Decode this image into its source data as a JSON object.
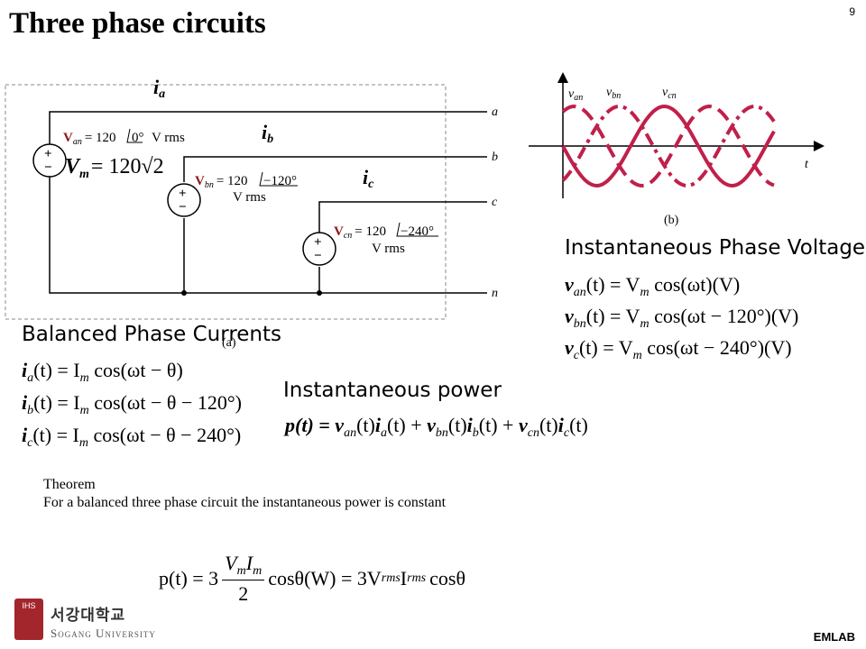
{
  "slide": {
    "title": "Three phase circuits",
    "page_number": "9",
    "footer_brand": "EMLAB",
    "logo_korean": "서강대학교",
    "logo_english": "Sogang University",
    "logo_badge": "IHS"
  },
  "circuit": {
    "caption": "(a)",
    "current_labels": [
      "i",
      "i",
      "i"
    ],
    "current_subs": [
      "a",
      "b",
      "c"
    ],
    "node_labels": [
      "a",
      "b",
      "c",
      "n"
    ],
    "source_an": {
      "lead": "V",
      "sub": "an",
      "value": "= 120",
      "angle": "0°",
      "unit": "V rms"
    },
    "source_bn": {
      "lead": "V",
      "sub": "bn",
      "value": "= 120",
      "angle": "−120°",
      "unit": "V rms"
    },
    "source_cn": {
      "lead": "V",
      "sub": "cn",
      "value": "= 120",
      "angle": "−240°",
      "unit": "V rms"
    },
    "vm_formula": "V",
    "vm_sub": "m",
    "vm_rhs": "= 120√2"
  },
  "waveform": {
    "caption": "(b)",
    "axis_label": "t",
    "series_labels": [
      {
        "lead": "v",
        "sub": "an"
      },
      {
        "lead": "v",
        "sub": "bn"
      },
      {
        "lead": "v",
        "sub": "cn"
      }
    ],
    "color": "#c0204a"
  },
  "voltages": {
    "heading": "Instantaneous Phase Voltages",
    "eq1": {
      "lhs": "v",
      "sub": "an",
      "rhs": "(t) = V",
      "rhs_sub": "m",
      "tail": "cos(ωt)(V)"
    },
    "eq2": {
      "lhs": "v",
      "sub": "bn",
      "rhs": "(t) = V",
      "rhs_sub": "m",
      "tail": "cos(ωt − 120°)(V)"
    },
    "eq3": {
      "lhs": "v",
      "sub": "c",
      "rhs": "(t) = V",
      "rhs_sub": "m",
      "tail": "cos(ωt − 240°)(V)"
    }
  },
  "currents": {
    "heading": "Balanced Phase Currents",
    "eq1": {
      "lhs": "i",
      "sub": "a",
      "rhs": "(t) = I",
      "rhs_sub": "m",
      "tail": "cos(ωt − θ)"
    },
    "eq2": {
      "lhs": "i",
      "sub": "b",
      "rhs": "(t) = I",
      "rhs_sub": "m",
      "tail": "cos(ωt − θ − 120°)"
    },
    "eq3": {
      "lhs": "i",
      "sub": "c",
      "rhs": "(t) = I",
      "rhs_sub": "m",
      "tail": "cos(ωt − θ − 240°)"
    }
  },
  "power": {
    "heading": "Instantaneous power",
    "equation": "p(t) = v",
    "terms": [
      {
        "v": "an",
        "i": "a"
      },
      {
        "v": "bn",
        "i": "b"
      },
      {
        "v": "cn",
        "i": "c"
      }
    ]
  },
  "theorem": {
    "label": "Theorem",
    "statement": "For a balanced three phase circuit the instantaneous power is constant"
  },
  "result": {
    "lhs": "p(t) = 3",
    "numerator": "V",
    "numerator_subs": [
      "m",
      "m"
    ],
    "numerator_mid": "I",
    "denominator": "2",
    "mid": "cosθ(W) = 3V",
    "rms_sub": "rms",
    "mid2": "I",
    "tail": "cosθ"
  }
}
